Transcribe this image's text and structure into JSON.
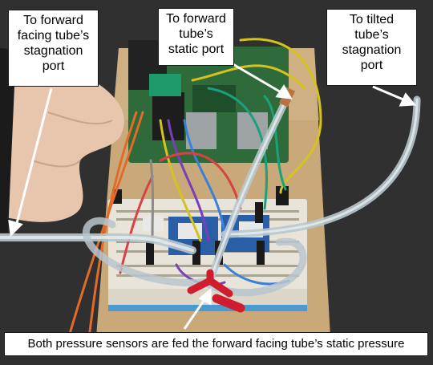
{
  "image": {
    "description_colors": {
      "background": "#2b2b2b",
      "board": "#c9a97a",
      "pcb_green": "#2f6b3a",
      "breadboard": "#e8e4da",
      "tube": "#cfd8dc",
      "callout_bg": "#ffffff",
      "arrow": "#ffffff"
    }
  },
  "callouts": {
    "forward_stagnation": "To forward\nfacing tube’s\nstagnation\nport",
    "forward_static": "To forward\ntube’s\nstatic port",
    "tilted_stagnation": "To tilted\ntube’s\nstagnation\nport",
    "both_sensors": "Both pressure sensors are fed the forward facing tube’s static pressure"
  }
}
